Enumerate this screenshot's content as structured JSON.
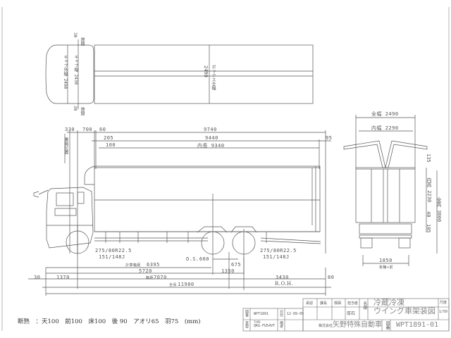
{
  "top_view": {
    "cab_width_label": "キャブ外幅 2490",
    "cab_inner_label": "キャブ幅 2430",
    "box_width_label": "2490",
    "box_width_caption": "ボックス全幅",
    "offset_top": "30",
    "offset_bottom": "30",
    "offset_caption": "隙間"
  },
  "side_view": {
    "dims_top": {
      "d330": "330",
      "d700": "700",
      "d60": "60",
      "overall_box": "9740",
      "d205": "205",
      "box_outer": "9440",
      "d95": "95",
      "d100": "100",
      "box_inner": "内長 9340"
    },
    "vertical_caption": "乗員位置",
    "tire_front": [
      "275/80R22.5",
      "151/148J"
    ],
    "tire_rear": [
      "275/80R22.5",
      "151/148J"
    ],
    "dims_bottom": {
      "os": "O.S.660",
      "calc_wb_label": "計算軸距",
      "calc_wb": "6395",
      "d675": "675",
      "d5720": "5720",
      "d1350": "1350",
      "d30": "30",
      "d1370": "1370",
      "wb_label": "軸距",
      "wb": "7070",
      "d3430": "3430",
      "roh": "R.O.H.",
      "d80": "80",
      "overall_label": "全長",
      "overall": "11980"
    }
  },
  "rear_view": {
    "overall_width": "全幅 2490",
    "inner_width": "内幅 2290",
    "d135": "135",
    "inner_height": "内高 2230",
    "d40": "40",
    "d105": "105",
    "overall_height": "全高 3800",
    "track": "1850",
    "track_label": "後輪+前"
  },
  "insulation_note": "断熱　：天100　前100　床100　後 90　アオリ65　羽75　(mm)",
  "title_block": {
    "drawing_no_label": "図番",
    "drawing_no_small": "WPT1891",
    "date_label": "日付",
    "date": "12-09-05",
    "model_label": "車型",
    "model": "QKG-FU54VT",
    "model_prefix": "TYPE",
    "chassis_label": "備考",
    "sign_headers": [
      "承認",
      "課長",
      "検図",
      "担当者"
    ],
    "designer": "厚石",
    "name_label": "名称",
    "title_line1": "冷蔵冷凍",
    "title_line2": "ウイング車架装図",
    "scale_label": "尺度",
    "scale_value": "1/50",
    "company_prefix": "株式会社",
    "company": "矢野特殊自動車",
    "drawing_no_label2": "図番",
    "drawing_no": "WPT1891-01"
  }
}
